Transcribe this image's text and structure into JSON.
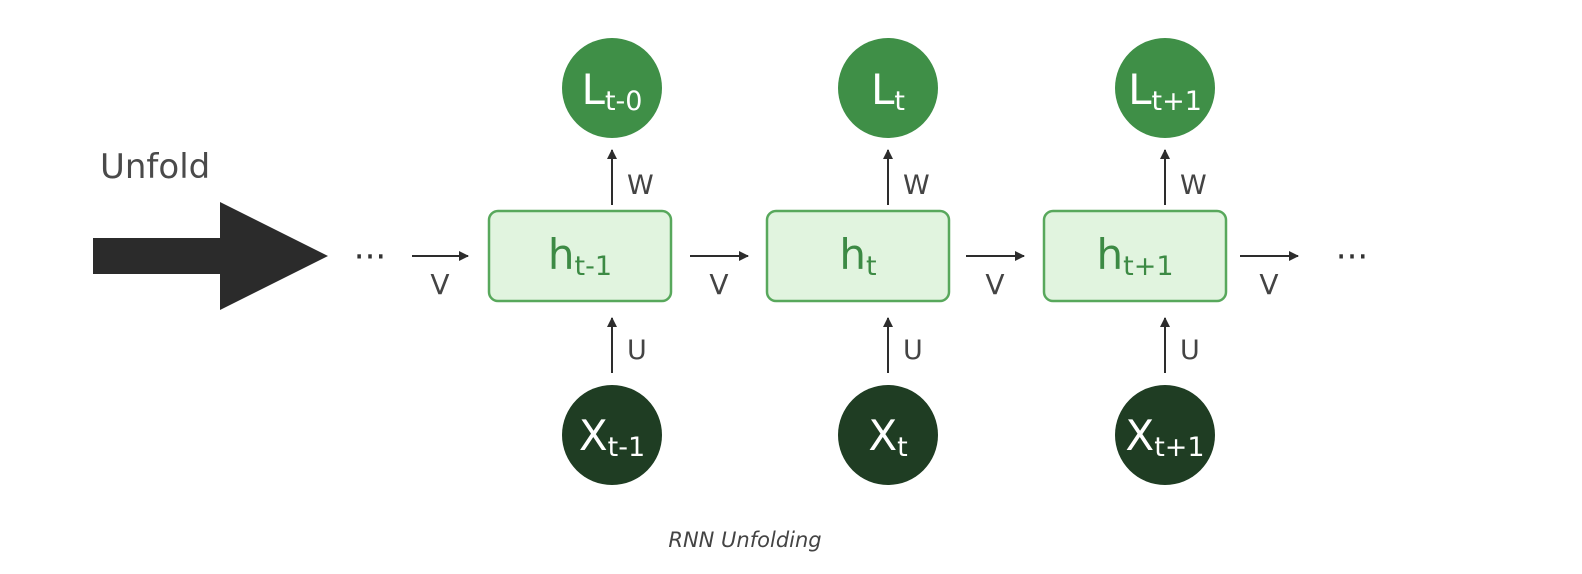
{
  "unfold_label": "Unfold",
  "ellipsis": "···",
  "caption": "RNN Unfolding",
  "colors": {
    "output_node": "#3f8f47",
    "input_node": "#1f3d23",
    "hidden_fill": "#e1f4df",
    "hidden_stroke": "#58a85c",
    "hidden_text": "#3c8a44",
    "arrow": "#2d2d2d",
    "big_arrow": "#2b2b2b"
  },
  "weights": {
    "recurrent": "V",
    "output": "W",
    "input": "U"
  },
  "steps": [
    {
      "output": {
        "base": "L",
        "sub": "t-0"
      },
      "hidden": {
        "base": "h",
        "sub": "t-1"
      },
      "input": {
        "base": "X",
        "sub": "t-1"
      }
    },
    {
      "output": {
        "base": "L",
        "sub": "t"
      },
      "hidden": {
        "base": "h",
        "sub": "t"
      },
      "input": {
        "base": "X",
        "sub": "t"
      }
    },
    {
      "output": {
        "base": "L",
        "sub": "t+1"
      },
      "hidden": {
        "base": "h",
        "sub": "t+1"
      },
      "input": {
        "base": "X",
        "sub": "t+1"
      }
    }
  ]
}
